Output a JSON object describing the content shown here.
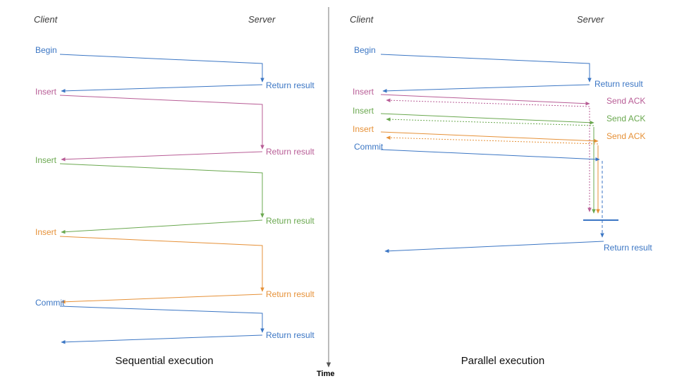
{
  "colors": {
    "blue": "#3b76c4",
    "pink": "#b85d96",
    "green": "#6aa84f",
    "orange": "#e69138",
    "axis": "#777777"
  },
  "left": {
    "client_header": "Client",
    "server_header": "Server",
    "caption": "Sequential execution",
    "messages": [
      {
        "request": "Begin",
        "response": "Return result",
        "color": "#3b76c4"
      },
      {
        "request": "Insert",
        "response": "Return result",
        "color": "#b85d96"
      },
      {
        "request": "Insert",
        "response": "Return result",
        "color": "#6aa84f"
      },
      {
        "request": "Insert",
        "response": "Return result",
        "color": "#e69138"
      },
      {
        "request": "Commit",
        "response": "Return result",
        "color": "#3b76c4"
      }
    ]
  },
  "right": {
    "client_header": "Client",
    "server_header": "Server",
    "caption": "Parallel execution",
    "messages": [
      {
        "request": "Begin",
        "response": "Return result",
        "color": "#3b76c4"
      },
      {
        "request": "Insert",
        "response": "Send ACK",
        "color": "#b85d96"
      },
      {
        "request": "Insert",
        "response": "Send ACK",
        "color": "#6aa84f"
      },
      {
        "request": "Insert",
        "response": "Send ACK",
        "color": "#e69138"
      },
      {
        "request": "Commit",
        "response": "Return result",
        "color": "#3b76c4"
      }
    ]
  },
  "time_axis": {
    "label": "Time"
  }
}
